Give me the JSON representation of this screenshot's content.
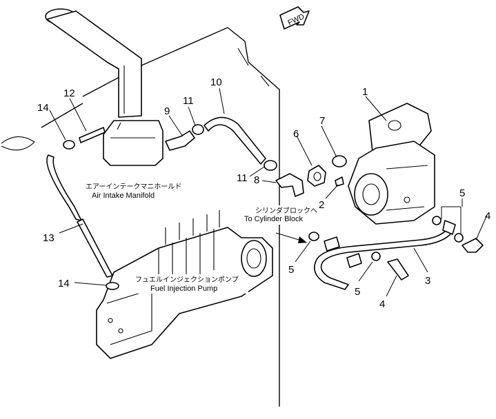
{
  "colors": {
    "ink": "#000000",
    "paper": "#ffffff"
  },
  "fwd_label": "FWD",
  "callouts": {
    "c1": "1",
    "c2": "2",
    "c3": "3",
    "c4a": "4",
    "c4b": "4",
    "c5a": "5",
    "c5b": "5",
    "c5c": "5",
    "c6": "6",
    "c7": "7",
    "c8": "8",
    "c9": "9",
    "c10": "10",
    "c11a": "11",
    "c11b": "11",
    "c12": "12",
    "c13": "13",
    "c14a": "14",
    "c14b": "14"
  },
  "labels": {
    "air_intake_manifold_jp": "エアーインテークマニホールド",
    "air_intake_manifold_en": "Air Intake Manifold",
    "to_cylinder_block_jp": "シリンダブロックへ",
    "to_cylinder_block_en": "To Cylinder Block",
    "fuel_injection_pump_jp": "フュエルインジェクションポンプ",
    "fuel_injection_pump_en": "Fuel Injection Pump"
  },
  "icons": {
    "fwd": "fwd-arrow-icon"
  }
}
